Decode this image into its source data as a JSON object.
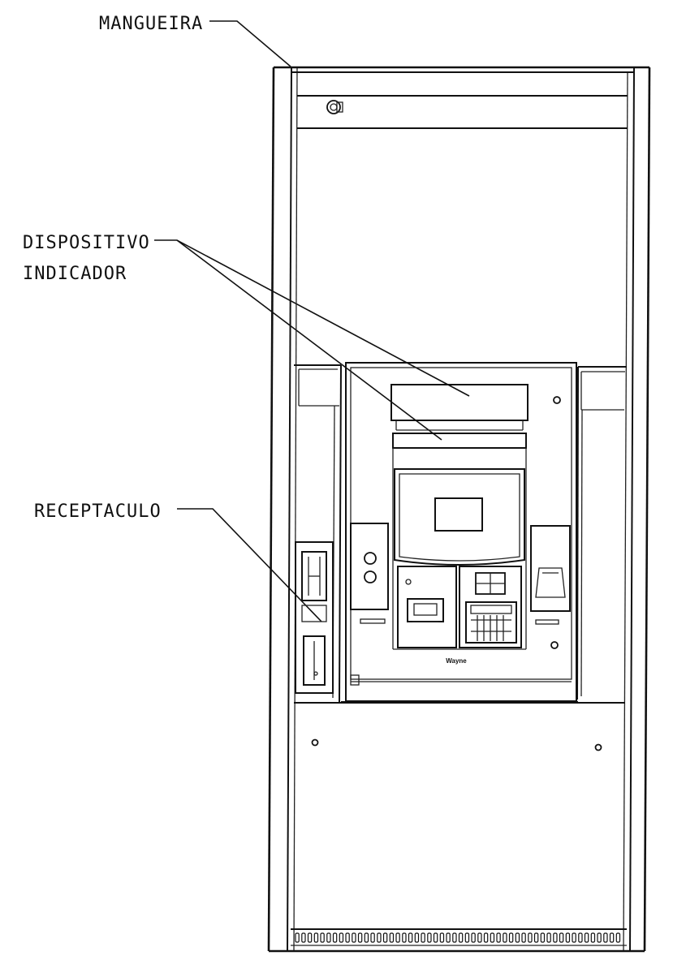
{
  "labels": {
    "hose": "MANGUEIRA",
    "indicator_line1": "DISPOSITIVO",
    "indicator_line2": "INDICADOR",
    "receptacle": "RECEPTACULO"
  },
  "brand_plate": "Wayne",
  "colors": {
    "ink": "#111111",
    "paper": "#ffffff"
  }
}
